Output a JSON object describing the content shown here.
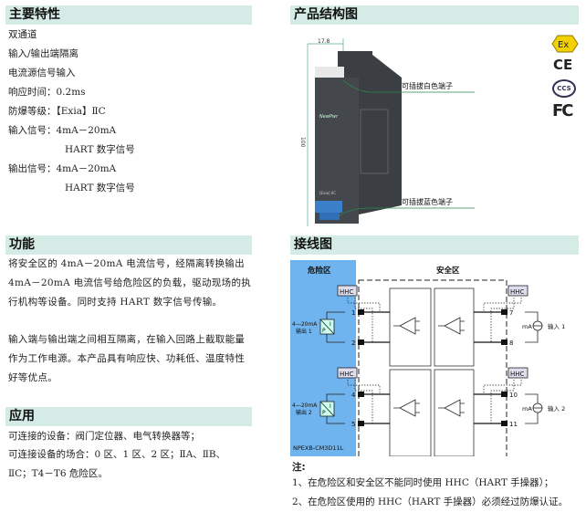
{
  "features": {
    "title": "主要特性",
    "items": [
      "双通道",
      "输入/输出端隔离",
      "电流源信号输入",
      "响应时间：0.2ms",
      "防爆等级：【Exia】ⅡC",
      "输入信号：4mA－20mA",
      "HART 数字信号",
      "输出信号：4mA－20mA",
      "HART 数字信号"
    ]
  },
  "function": {
    "title": "功能",
    "paragraphs": [
      "将安全区的 4mA－20mA 电流信号，经隔离转换输出 4mA－20mA 电流信号给危险区的负载，驱动现场的执行机构等设备。同时支持 HART 数字信号传输。",
      "输入端与输出端之间相互隔离，在输入回路上截取能量作为工作电源。本产品具有响应快、功耗低、温度特性好等优点。"
    ]
  },
  "application": {
    "title": "应用",
    "lines": [
      "可连接的设备：阀门定位器、电气转换器等；",
      "可连接设备的场合：0 区、1 区、2 区；ⅡA、ⅡB、",
      "ⅡC；T4－T6 危险区。"
    ]
  },
  "structure": {
    "title": "产品结构图",
    "width_dim": "17.8",
    "height_dim": "100",
    "brand": "NewPwr",
    "label_white": "可插拔白色端子",
    "label_blue": "可插拔蓝色端子",
    "ex_mark": "[Exia] IIC",
    "certs": [
      "Ex",
      "CE",
      "CCS",
      "FC"
    ]
  },
  "wiring": {
    "title": "接线图",
    "hazard_zone": "危险区",
    "safe_zone": "安全区",
    "hhc": "HHC",
    "out1_range": "4—20mA",
    "out1_label": "输出 1",
    "out2_range": "4—20mA",
    "out2_label": "输出 2",
    "in1_label": "输入 1",
    "in2_label": "输入 2",
    "ma": "mA",
    "ip_i": "I",
    "ip_p": "P",
    "terminals": [
      "1",
      "2",
      "4",
      "5",
      "7",
      "8",
      "10",
      "11"
    ],
    "model": "NPEXB-CM3D11L",
    "colors": {
      "hazard_bg": "#6fb4ee",
      "header_bg": "#d5ebe5"
    }
  },
  "notes": {
    "title": "注:",
    "items": [
      "1、在危险区和安全区不能同时使用 HHC（HART 手操器）；",
      "2、在危险区使用的 HHC（HART 手操器）必须经过防爆认证。"
    ]
  }
}
